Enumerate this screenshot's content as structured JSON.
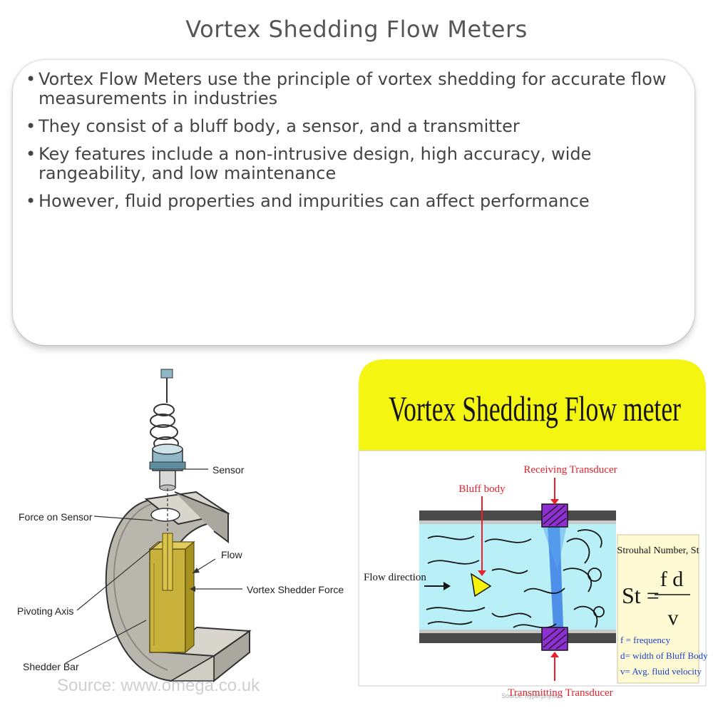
{
  "page": {
    "title": "Vortex Shedding Flow Meters"
  },
  "bullets": [
    "Vortex Flow Meters use the principle of vortex shedding for accurate flow measurements in industries",
    "They consist of a bluff body, a sensor, and a transmitter",
    "Key features include a non-intrusive design, high accuracy, wide rangeability, and low maintenance",
    "However, fluid properties and impurities can affect performance"
  ],
  "left_diagram": {
    "labels": {
      "sensor": "Sensor",
      "force_on_sensor": "Force on Sensor",
      "flow": "Flow",
      "vortex_shedder_force": "Vortex Shedder Force",
      "pivoting_axis": "Pivoting Axis",
      "shedder_bar": "Shedder Bar"
    },
    "source": "Source: www.omega.co.uk"
  },
  "right_diagram": {
    "banner_title": "Vortex Shedding Flow meter",
    "labels": {
      "receiving_transducer": "Receiving Transducer",
      "bluff_body": "Bluff body",
      "flow_direction": "Flow direction",
      "transmitting_transducer": "Transmitting Transducer"
    },
    "formula_box": {
      "heading": "Strouhal Number, St",
      "lhs": "St =",
      "numerator": "f d",
      "denominator": "v",
      "legend": [
        "f = frequency",
        "d= width of Bluff Body",
        "v= Avg. fluid velocity"
      ]
    },
    "source": "Source: hyperphysics"
  },
  "colors": {
    "banner_yellow": "#f4f511",
    "fluid_blue": "#b9f0f8",
    "pipe_gray": "#4a4a4a",
    "transducer_purple": "#8d2fd1",
    "arrow_red": "#e8202a",
    "bluff_yellow": "#f7f20a",
    "formula_bg": "#fefbd4",
    "meter_body": "#c9c7bc",
    "shedder_gold": "#c9b23b"
  }
}
